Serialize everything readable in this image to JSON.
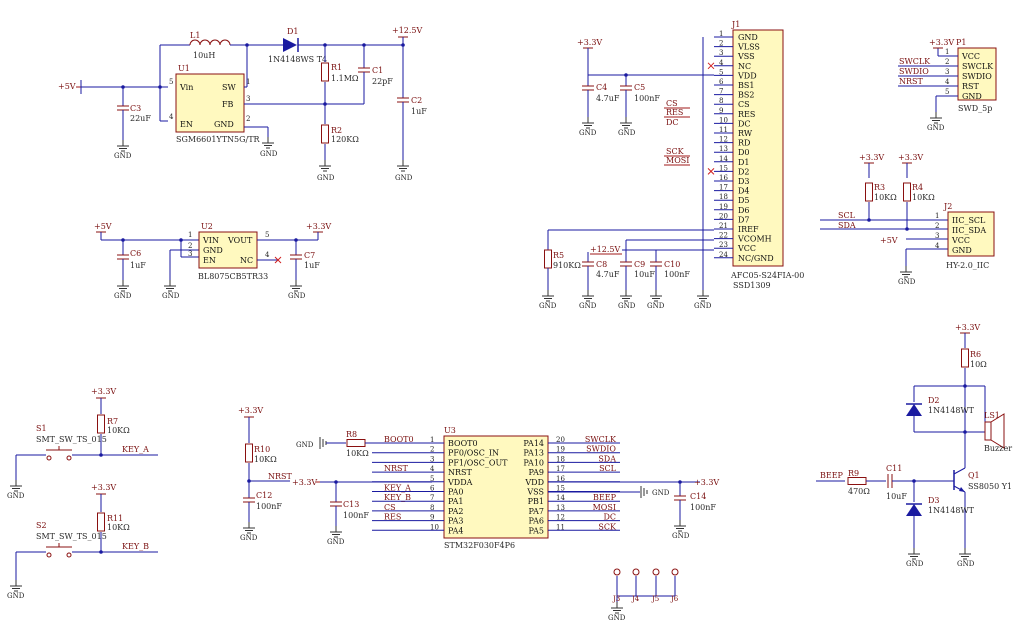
{
  "u1": {
    "ref": "U1",
    "part": "SGM6601YTN5G/TR",
    "pins": [
      "Vin",
      "SW",
      "FB",
      "EN",
      "GND"
    ],
    "pin_numbers": [
      "5",
      "1",
      "3",
      "4",
      "2"
    ]
  },
  "l1": {
    "ref": "L1",
    "value": "10uH"
  },
  "d1": {
    "ref": "D1",
    "value": "1N4148WS T4"
  },
  "r1": {
    "ref": "R1",
    "value": "1.1MΩ"
  },
  "r2": {
    "ref": "R2",
    "value": "120KΩ"
  },
  "c1": {
    "ref": "C1",
    "value": "22pF"
  },
  "c2": {
    "ref": "C2",
    "value": "1uF"
  },
  "c3": {
    "ref": "C3",
    "value": "22uF"
  },
  "u2": {
    "ref": "U2",
    "part": "BL8075CB5TR33",
    "pins": [
      "VIN",
      "GND",
      "EN",
      "VOUT",
      "NC"
    ],
    "pin_numbers": [
      "1",
      "2",
      "3",
      "5",
      "4"
    ]
  },
  "c6": {
    "ref": "C6",
    "value": "1uF"
  },
  "c7": {
    "ref": "C7",
    "value": "1uF"
  },
  "c4": {
    "ref": "C4",
    "value": "4.7uF"
  },
  "c5": {
    "ref": "C5",
    "value": "100nF"
  },
  "c8": {
    "ref": "C8",
    "value": "4.7uF"
  },
  "c9": {
    "ref": "C9",
    "value": "10uF"
  },
  "c10": {
    "ref": "C10",
    "value": "100nF"
  },
  "r5": {
    "ref": "R5",
    "value": "910KΩ"
  },
  "j1": {
    "ref": "J1",
    "part": "AFC05-S24FIA-00",
    "subpart": "SSD1309",
    "pins": [
      "GND",
      "VLSS",
      "VSS",
      "NC",
      "VDD",
      "BS1",
      "BS2",
      "CS",
      "RES",
      "DC",
      "RW",
      "RD",
      "D0",
      "D1",
      "D2",
      "D3",
      "D4",
      "D5",
      "D6",
      "D7",
      "IREF",
      "VCOMH",
      "VCC",
      "NC/GND"
    ],
    "pin_numbers": [
      "1",
      "2",
      "3",
      "4",
      "5",
      "6",
      "7",
      "8",
      "9",
      "10",
      "11",
      "12",
      "13",
      "14",
      "15",
      "16",
      "17",
      "18",
      "19",
      "20",
      "21",
      "22",
      "23",
      "24"
    ]
  },
  "p1": {
    "ref": "P1",
    "part": "SWD_5p",
    "pins": [
      "VCC",
      "SWCLK",
      "SWDIO",
      "RST",
      "GND"
    ],
    "pin_numbers": [
      "1",
      "2",
      "3",
      "4",
      "5"
    ],
    "nets": [
      "SWCLK",
      "SWDIO",
      "NRST"
    ]
  },
  "r3": {
    "ref": "R3",
    "value": "10KΩ"
  },
  "r4": {
    "ref": "R4",
    "value": "10KΩ"
  },
  "j2": {
    "ref": "J2",
    "part": "HY-2.0_IIC",
    "pins": [
      "IIC_SCL",
      "IIC_SDA",
      "VCC",
      "GND"
    ],
    "pin_numbers": [
      "1",
      "2",
      "3",
      "4"
    ]
  },
  "s1": {
    "ref": "S1",
    "part": "SMT_SW_TS_015",
    "net": "KEY_A"
  },
  "s2": {
    "ref": "S2",
    "part": "SMT_SW_TS_015",
    "net": "KEY_B"
  },
  "r7": {
    "ref": "R7",
    "value": "10KΩ"
  },
  "r11": {
    "ref": "R11",
    "value": "10KΩ"
  },
  "r10": {
    "ref": "R10",
    "value": "10KΩ"
  },
  "c12": {
    "ref": "C12",
    "value": "100nF"
  },
  "c13": {
    "ref": "C13",
    "value": "100nF"
  },
  "c14": {
    "ref": "C14",
    "value": "100nF"
  },
  "r8": {
    "ref": "R8",
    "value": "10KΩ"
  },
  "u3": {
    "ref": "U3",
    "part": "STM32F030F4P6",
    "left_pins": [
      "BOOT0",
      "PF0/OSC_IN",
      "PF1/OSC_OUT",
      "NRST",
      "VDDA",
      "PA0",
      "PA1",
      "PA2",
      "PA3",
      "PA4"
    ],
    "left_numbers": [
      "1",
      "2",
      "3",
      "4",
      "5",
      "6",
      "7",
      "8",
      "9",
      "10"
    ],
    "right_pins": [
      "PA14",
      "PA13",
      "PA10",
      "PA9",
      "VDD",
      "VSS",
      "PB1",
      "PA7",
      "PA6",
      "PA5"
    ],
    "right_numbers": [
      "20",
      "19",
      "18",
      "17",
      "16",
      "15",
      "14",
      "13",
      "12",
      "11"
    ]
  },
  "u3_left_nets": [
    "BOOT0",
    "",
    "",
    "NRST",
    "",
    "KEY_A",
    "KEY_B",
    "CS",
    "RES",
    ""
  ],
  "u3_right_nets": [
    "SWCLK",
    "SWDIO",
    "SDA",
    "SCL",
    "",
    "",
    "BEEP",
    "MOSI",
    "DC",
    "SCK"
  ],
  "r6": {
    "ref": "R6",
    "value": "10Ω"
  },
  "r9": {
    "ref": "R9",
    "value": "470Ω"
  },
  "c11": {
    "ref": "C11",
    "value": "10uF"
  },
  "d2": {
    "ref": "D2",
    "value": "1N4148WT"
  },
  "d3": {
    "ref": "D3",
    "value": "1N4148WT"
  },
  "q1": {
    "ref": "Q1",
    "value": "SS8050 Y1"
  },
  "ls1": {
    "ref": "LS1",
    "value": "Buzzer"
  },
  "jumpers": [
    "J3",
    "J4",
    "J5",
    "J6"
  ],
  "nets": {
    "p5v": "+5V",
    "p33": "+3.3V",
    "p125": "+12.5V",
    "gnd": "GND",
    "scl": "SCL",
    "sda": "SDA",
    "cs": "CS",
    "res": "RES",
    "dc": "DC",
    "sck": "SCK",
    "mosi": "MOSI",
    "key_a": "KEY_A",
    "key_b": "KEY_B",
    "nrst": "NRST",
    "beep": "BEEP",
    "boot0": "BOOT0",
    "swclk": "SWCLK",
    "swdio": "SWDIO"
  },
  "colors": {
    "wire": "#1a1aa0",
    "part": "#8a1010",
    "body_fill": "#fff9bf"
  }
}
